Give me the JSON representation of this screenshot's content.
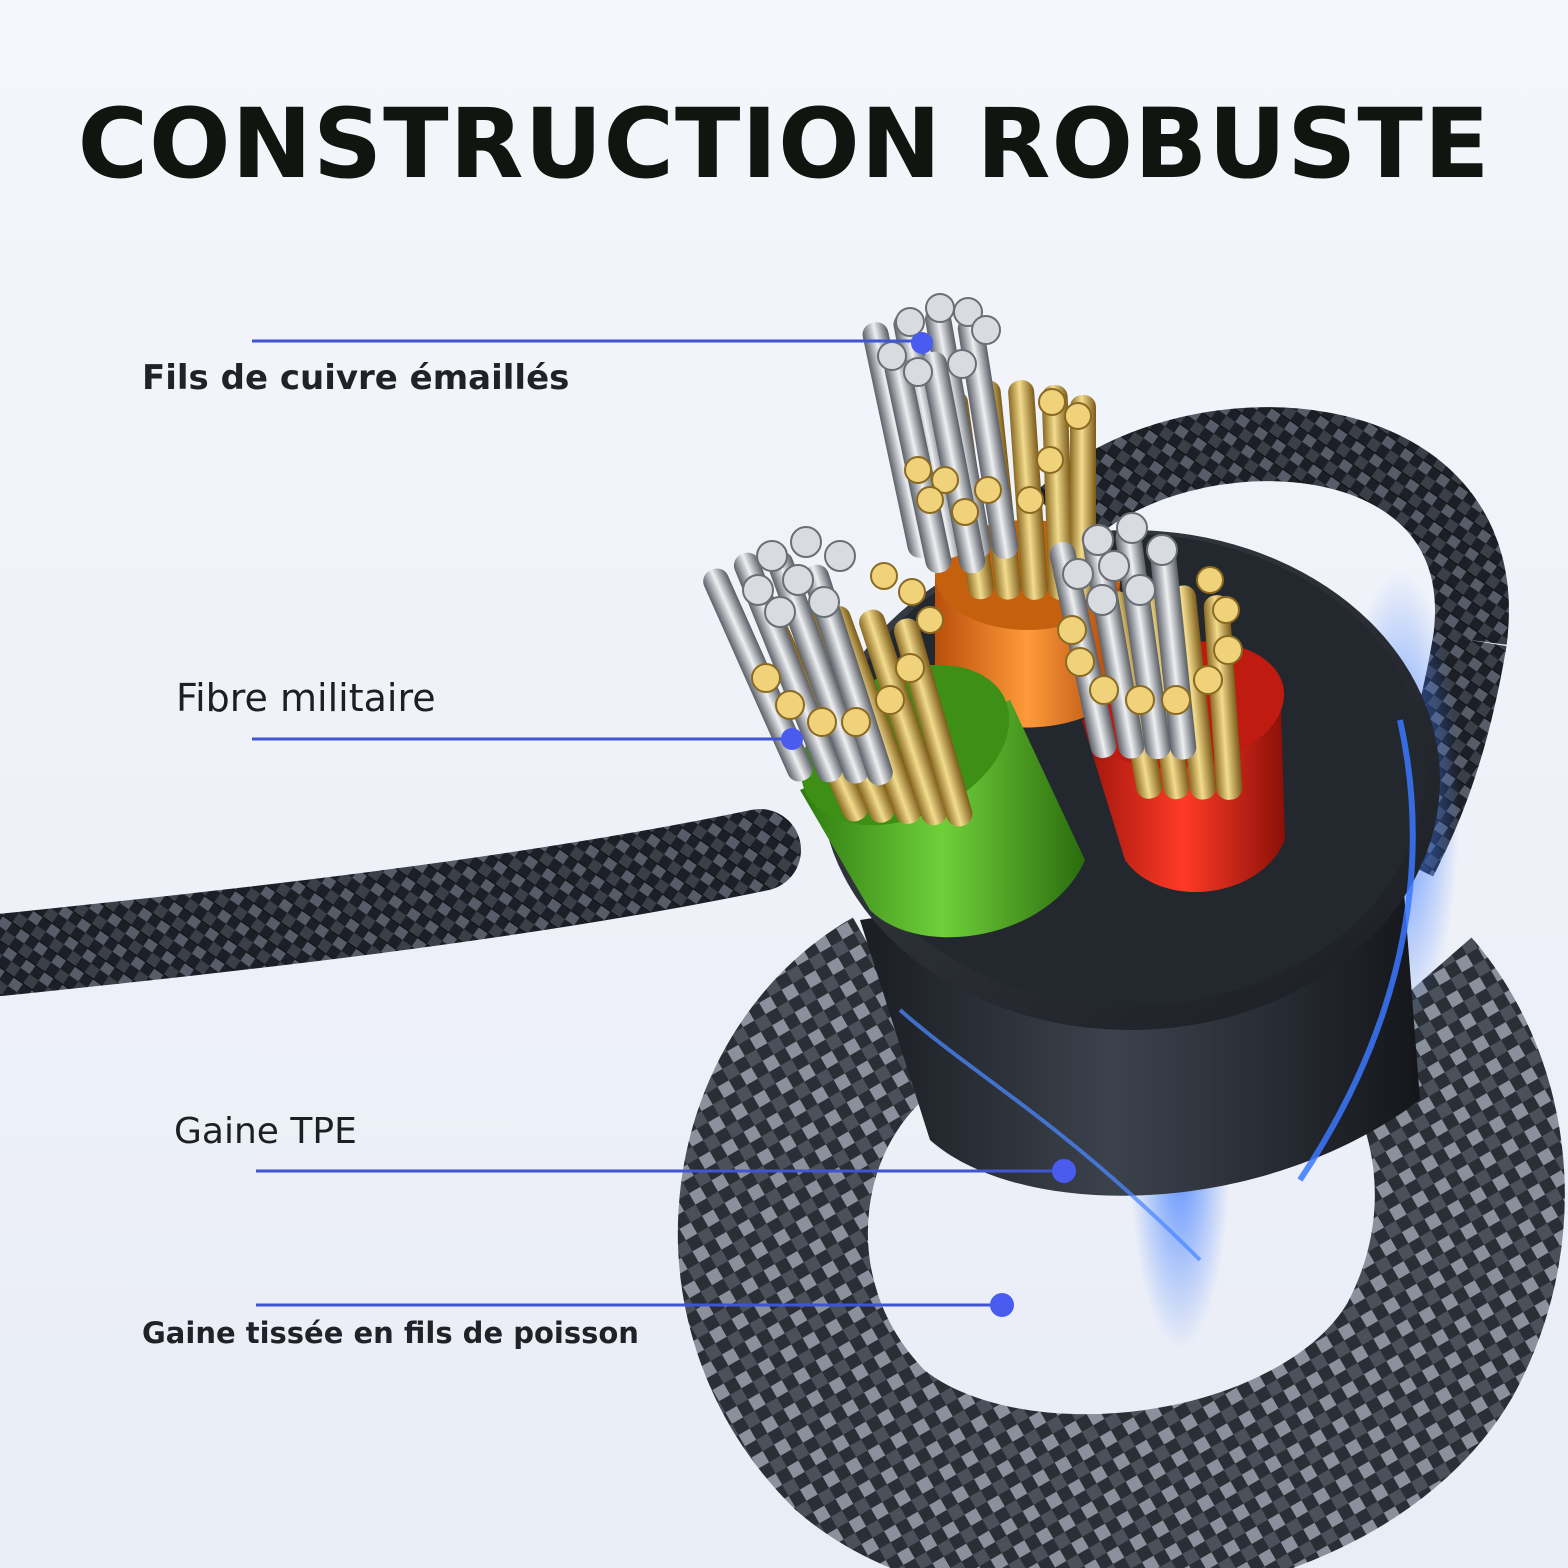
{
  "title": "CONSTRUCTION ROBUSTE",
  "labels": {
    "copper": "Fils de cuivre émaillés",
    "fiber": "Fibre militaire",
    "tpe": "Gaine TPE",
    "weave": "Gaine tissée en fils de poisson"
  },
  "colors": {
    "title": "#101510",
    "leader_line": "#3f55d4",
    "leader_dot": "#4a5cf0",
    "jacket_green": "#4aa61f",
    "jacket_orange": "#e8731a",
    "jacket_red": "#d62416",
    "copper": "#d9b860",
    "silver": "#c8cbd0",
    "cable_body": "#22262d",
    "glow": "#2d6bff"
  }
}
